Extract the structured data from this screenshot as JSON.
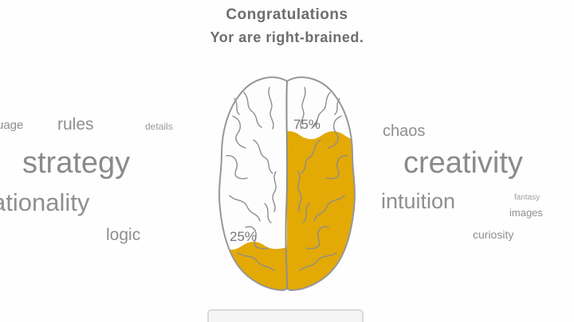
{
  "title": {
    "line1": "Congratulations",
    "line2": "Yor are right-brained."
  },
  "left_words": {
    "language_cropped": "uage",
    "rules": "rules",
    "details": "details",
    "strategy": "strategy",
    "rationality_cropped": "ationality",
    "logic": "logic"
  },
  "right_words": {
    "chaos": "chaos",
    "creativity": "creativity",
    "intuition": "intuition",
    "fantasy": "fantasy",
    "images": "images",
    "curiosity": "curiosity"
  },
  "brain": {
    "right_percent": "75%",
    "left_percent": "25%"
  },
  "colors": {
    "highlight": "#E3A905",
    "outline_gray": "#979797",
    "text_gray": "#8f8f8f"
  }
}
